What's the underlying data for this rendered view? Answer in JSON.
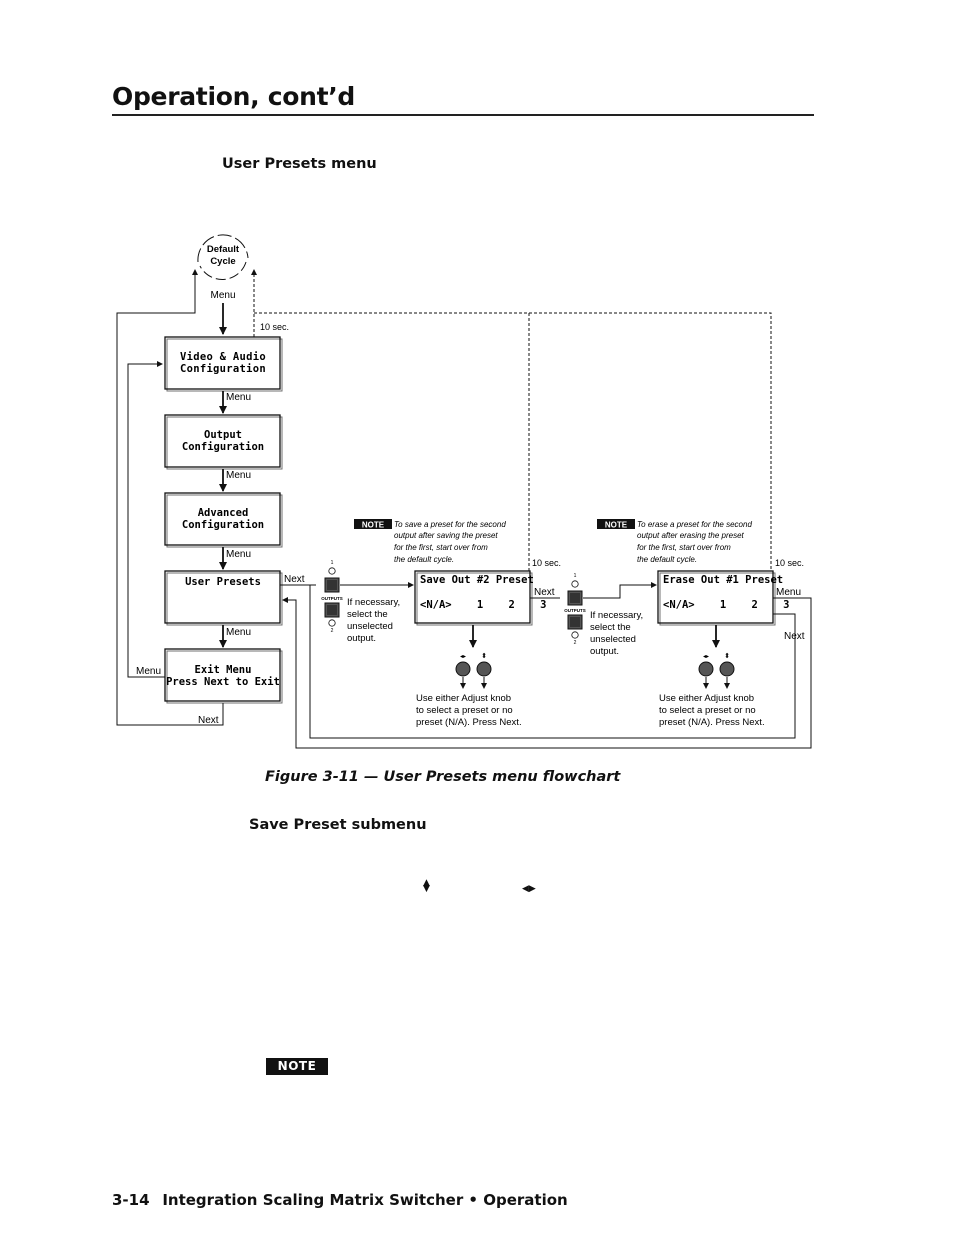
{
  "header": {
    "title": "Operation, cont’d"
  },
  "section": {
    "heading": "User Presets menu"
  },
  "flowchart": {
    "default_cycle_line1": "Default",
    "default_cycle_line2": "Cycle",
    "menu_labels": [
      "Menu",
      "Menu",
      "Menu",
      "Menu",
      "Menu",
      "Menu",
      "Menu"
    ],
    "timeout_labels": [
      "10 sec.",
      "10 sec.",
      "10 sec."
    ],
    "next_labels": [
      "Next",
      "Next",
      "Next",
      "Next"
    ],
    "boxes": [
      {
        "line1": "Video & Audio",
        "line2": "Configuration"
      },
      {
        "line1": "Output",
        "line2": "Configuration"
      },
      {
        "line1": "Advanced",
        "line2": "Configuration"
      },
      {
        "line1": "User Presets",
        "line2": ""
      },
      {
        "line1": "Exit Menu",
        "line2": "Press Next to Exit"
      }
    ],
    "lcd_save": {
      "title": "Save Out #2 Preset",
      "values": "<N/A>    1    2    3"
    },
    "lcd_erase": {
      "title": "Erase Out #1 Preset",
      "values": "<N/A>    1    2    3"
    },
    "note_label": "NOTE",
    "note_save": [
      "To save a preset for the second",
      "output after saving the preset",
      "for the first, start over from",
      "the default cycle."
    ],
    "note_erase": [
      "To erase a preset for the second",
      "output after erasing the preset",
      "for the first, start over from",
      "the default cycle."
    ],
    "outputs_label": "OUTPUTS",
    "output_num_1": "1",
    "output_num_2": "2",
    "select_output_text": [
      "If necessary,",
      "select the",
      "unselected",
      "output."
    ],
    "knob_instruction": [
      "Use either Adjust knob",
      "to select a preset or no",
      "preset (N/A).  Press Next."
    ]
  },
  "figure_caption": "Figure 3-11 — User Presets menu flowchart",
  "subsection": {
    "heading": "Save Preset submenu"
  },
  "inline_icons": {
    "vertical_knob": "up-down-arrows-icon",
    "horizontal_knob": "left-right-arrows-icon"
  },
  "note_badge": "NOTE",
  "footer": {
    "page_number": "3-14",
    "text": "Integration Scaling Matrix Switcher • Operation"
  }
}
